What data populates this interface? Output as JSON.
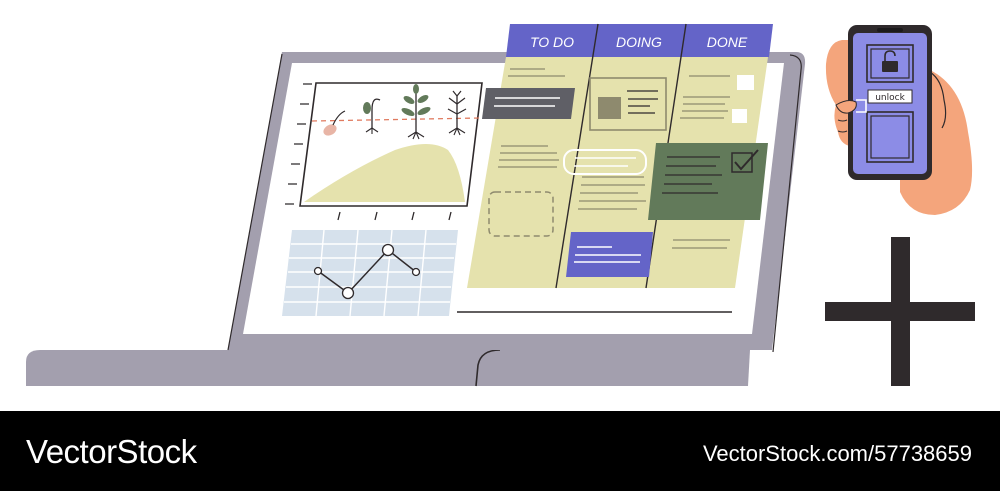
{
  "kanban": {
    "columns": [
      "TO DO",
      "DOING",
      "DONE"
    ]
  },
  "phone": {
    "unlock_label": "unlock",
    "lock_icon": "padlock-icon"
  },
  "colors": {
    "laptop_body": "#a39fae",
    "screen_bg": "#ffffff",
    "board_bg": "#e5e2ad",
    "header": "#6464c8",
    "card_purple": "#6464c8",
    "card_green": "#627a5a",
    "card_dark": "#5f5f66",
    "graph_grid": "#d6e1ec",
    "outline": "#2f2a2c",
    "hand": "#f4a57c",
    "phone_screen": "#8c8ce6",
    "plus": "#2f2a2c"
  },
  "footer": {
    "brand": "VectorStock",
    "stock_id": "VectorStock.com/57738659"
  }
}
